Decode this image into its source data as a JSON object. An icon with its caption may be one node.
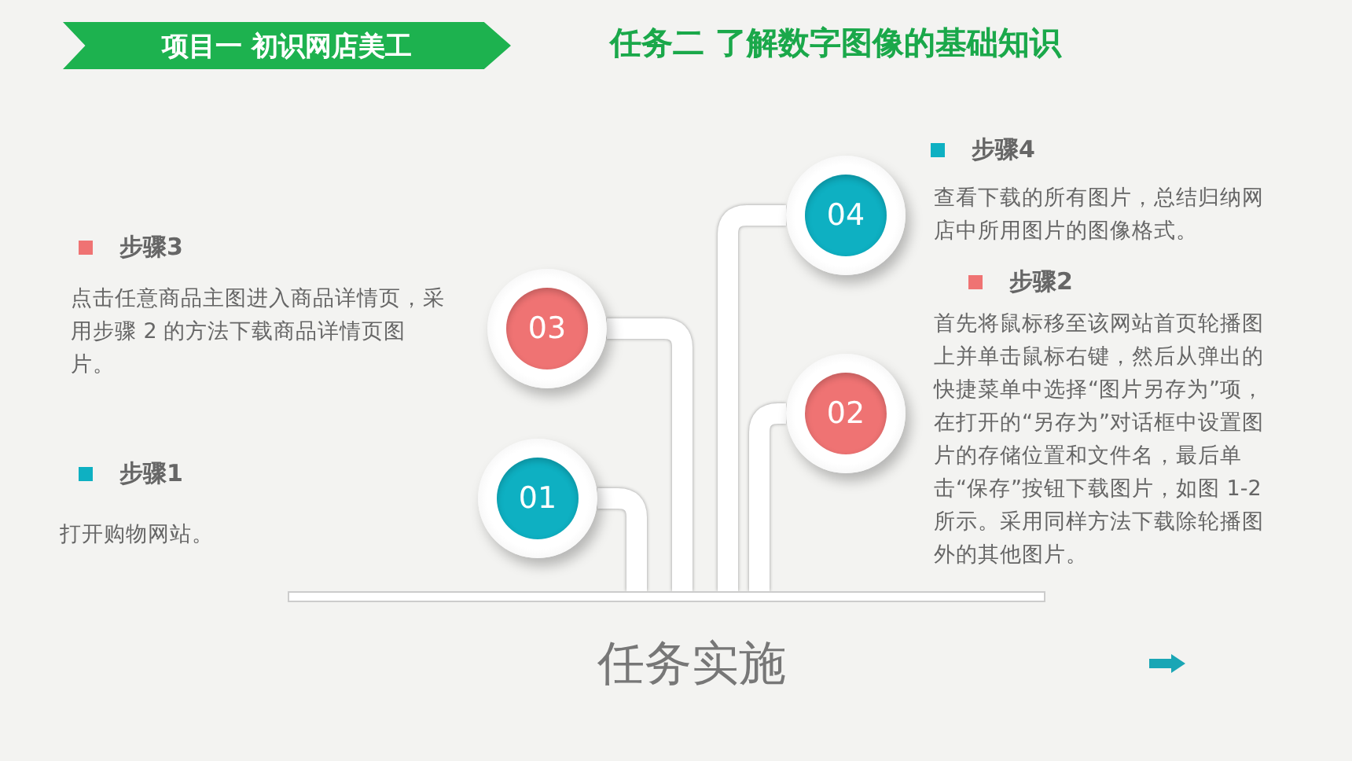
{
  "diagram": {
    "title": "任务二 了解数字图像的基础知识",
    "caption": "任务实施",
    "nodes": [
      {
        "text": [
          "04"
        ]
      },
      {
        "text": [
          "03"
        ]
      },
      {
        "text": [
          "02"
        ]
      },
      {
        "text": [
          "01"
        ]
      },
      {
        "text": [],
        "shape": "bar"
      }
    ],
    "edges": [
      {
        "from": 0,
        "to": 4,
        "arrow": "none"
      },
      {
        "from": 1,
        "to": 4,
        "arrow": "none"
      },
      {
        "from": 2,
        "to": 4,
        "arrow": "none"
      },
      {
        "from": 3,
        "to": 4,
        "arrow": "none"
      }
    ],
    "labels": [
      "项目一 初识网店美工",
      "步骤4",
      "查看下载的所有图片，总结归纳网店中所用图片的图像格式。",
      "步骤3",
      "点击任意商品主图进入商品详情页，采用步骤 2 的方法下载商品详情页图片。",
      "步骤2",
      "首先将鼠标移至该网站首页轮播图上并单击鼠标右键，然后从弹出的快捷菜单中选择“图片另存为”项，在打开的“另存为”对话框中设置图片的存储位置和文件名，最后单击“保存”按钮下载图片，如图 1-2 所示。采用同样方法下载除轮播图外的其他图片。",
      "步骤1",
      "打开购物网站。"
    ]
  }
}
